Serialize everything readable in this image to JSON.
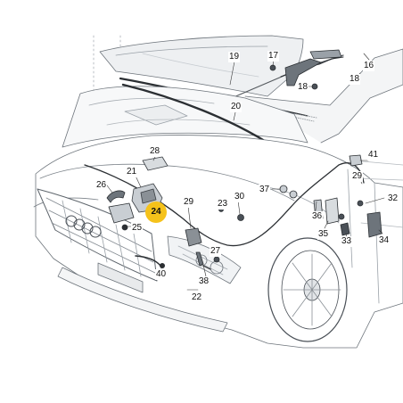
{
  "highlight_color": "#f5c21b",
  "callouts": {
    "c16": "16",
    "c17": "17",
    "c18a": "18",
    "c18b": "18",
    "c19": "19",
    "c20": "20",
    "c21": "21",
    "c22": "22",
    "c23": "23",
    "c24": "24",
    "c25": "25",
    "c26": "26",
    "c27": "27",
    "c28": "28",
    "c29a": "29",
    "c29b": "29",
    "c30": "30",
    "c32": "32",
    "c33": "33",
    "c34": "34",
    "c35": "35",
    "c36": "36",
    "c37": "37",
    "c38": "38",
    "c40": "40",
    "c41": "41"
  },
  "selected_part": "24"
}
